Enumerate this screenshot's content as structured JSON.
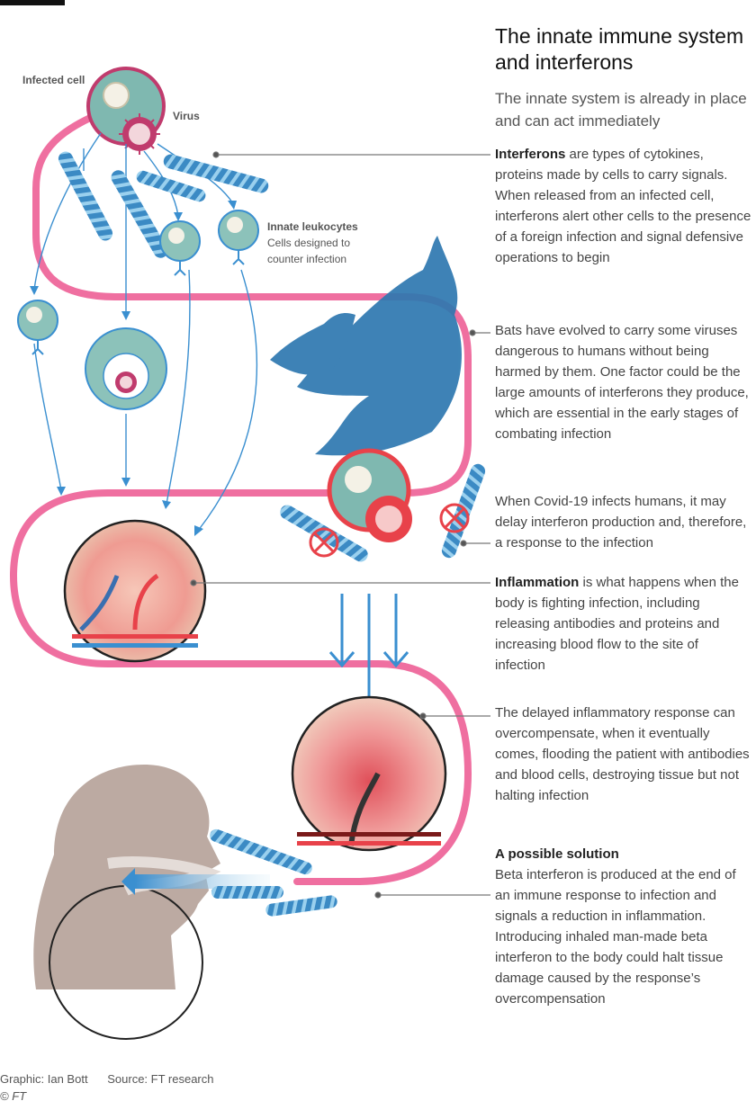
{
  "header": {
    "title": "The innate immune system and interferons",
    "subtitle": "The innate system is already in place and can act immediately"
  },
  "labels": {
    "infected_cell": "Infected cell",
    "virus": "Virus",
    "leukocytes_title": "Innate leukocytes",
    "leukocytes_desc": "Cells designed to counter infection"
  },
  "paragraphs": {
    "interferons_bold": "Interferons",
    "interferons_text": " are types of cytokines, proteins made by cells to carry signals. When released from an infected cell, interferons alert other cells to the presence of a foreign infection and signal defensive operations to begin",
    "bats": "Bats have evolved to carry some viruses dangerous to humans without being harmed by them. One factor could be the large amounts of interferons they produce, which are essential in the early stages of combating infection",
    "covid": "When Covid-19 infects humans, it may delay interferon production and, therefore, a response to the infection",
    "inflammation_bold": "Inflammation",
    "inflammation_text": " is what happens when the body is fighting infection, including releasing antibodies and proteins and increasing blood flow to the site of infection",
    "delayed": "The delayed inflammatory response can overcompensate, when it eventually comes, flooding the patient with antibodies and blood cells, destroying tissue but not halting infection",
    "solution_heading": "A possible solution",
    "solution_text": "Beta interferon is produced at the end of an immune response to infection and signals a reduction in inflammation. Introducing inhaled man-made beta interferon to the body could halt tissue damage caused by the response’s overcompensation"
  },
  "footer": {
    "graphic": "Graphic: Ian Bott",
    "source": "Source: FT research",
    "copyright": "© FT"
  },
  "colors": {
    "pink_path": "#ef6fa0",
    "arrow_blue": "#3a8fd0",
    "cell_teal": "#7fb8b0",
    "virus_red": "#b0305a",
    "bat_blue": "#2e78b0",
    "head_taupe": "#bcaaa2"
  }
}
